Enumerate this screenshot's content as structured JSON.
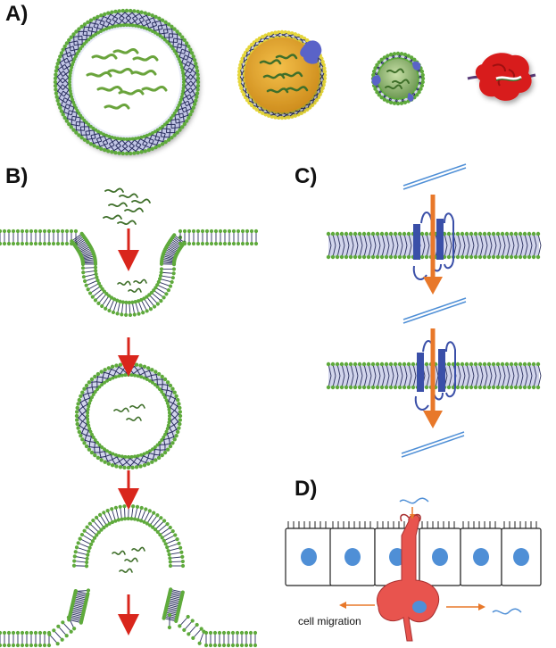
{
  "panels": {
    "a": {
      "label": "A)"
    },
    "b": {
      "label": "B)"
    },
    "c": {
      "label": "C)"
    },
    "d": {
      "label": "D)",
      "caption": "cell migration"
    }
  },
  "colors": {
    "lipid_tail": "#2a2f5e",
    "lipid_head": "#5faa3c",
    "membrane_band": "#7f86c8",
    "cargo": "#3f6f2a",
    "arrow_red": "#d9261c",
    "arrow_orange": "#e8782a",
    "protein_blue": "#3a4fa8",
    "cell_nucleus": "#4f8fd6",
    "migrating_cell": "#e8544e",
    "strand_blue": "#4f8fd6",
    "micelle_core": "#e1a632",
    "complex_red": "#d81e1e"
  },
  "icons": [
    "liposome-icon",
    "micelle-icon",
    "nanoparticle-icon",
    "protein-complex-icon",
    "red-arrow-icon",
    "orange-arrow-icon",
    "cell-icon"
  ]
}
